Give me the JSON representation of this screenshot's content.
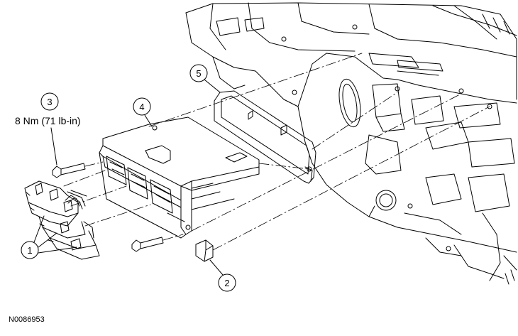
{
  "figure": {
    "id": "N0086953",
    "torque_spec": "8 Nm (71 lb-in)",
    "callouts": [
      {
        "number": "1",
        "item": "electrical connectors"
      },
      {
        "number": "2",
        "item": "nut"
      },
      {
        "number": "3",
        "item": "bolt"
      },
      {
        "number": "4",
        "item": "module"
      },
      {
        "number": "5",
        "item": "bracket / gasket"
      }
    ]
  },
  "colors": {
    "line": "#000000",
    "background": "#ffffff"
  }
}
